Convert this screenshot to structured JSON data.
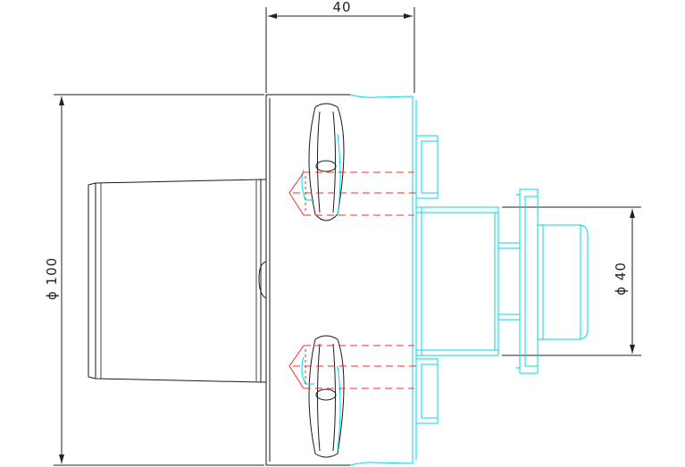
{
  "dimensions": {
    "width_top": "40",
    "diameter_left": "ϕ 100",
    "diameter_right": "ϕ 40"
  },
  "colors": {
    "body_outline": "#1a1a1a",
    "part_outline": "#00d8e6",
    "hidden_lines": "#ff2a2a",
    "dimension_lines": "#222222"
  }
}
